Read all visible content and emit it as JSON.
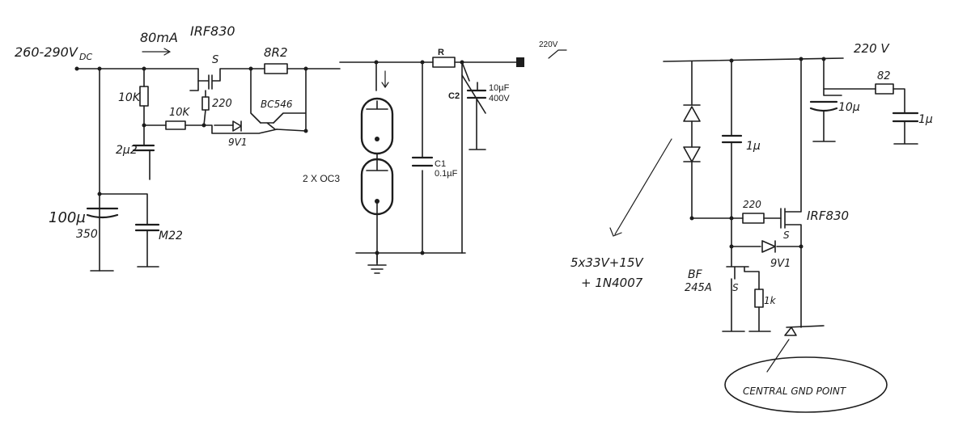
{
  "left_circuit": {
    "input_label": "260-290V",
    "input_suffix": "DC",
    "current_label": "80mA",
    "mosfet_label": "IRF830",
    "source_pin": "S",
    "resistor_8r2": "8R2",
    "resistor_10k_top": "10K",
    "resistor_10k": "10K",
    "resistor_220": "220",
    "transistor": "BC546",
    "zener": "9V1",
    "cap_2u2": "2µ2",
    "cap_main_value": "100µ",
    "cap_main_voltage": "350",
    "cap_m22": "M22"
  },
  "regulator_tubes": {
    "label": "2 X OC3",
    "resistor": "R",
    "c1_name": "C1",
    "c1_value": "0.1µF",
    "c2_name": "C2",
    "c2_value": "10µF",
    "c2_voltage": "400V",
    "output": "220V"
  },
  "right_circuit": {
    "output": "220 V",
    "resistor_82": "82",
    "cap_10u": "10µ",
    "cap_1u_right": "1µ",
    "cap_1u": "1µ",
    "resistor_220": "220",
    "mosfet": "IRF830",
    "source_pin": "S",
    "zener": "9V1",
    "jfet": "BF",
    "jfet_part": "245A",
    "jfet_source": "S",
    "resistor_1k": "1k",
    "diode_note_1": "5x33V+15V",
    "diode_note_2": "+ 1N4007",
    "gnd_note": "CENTRAL GND POINT"
  }
}
